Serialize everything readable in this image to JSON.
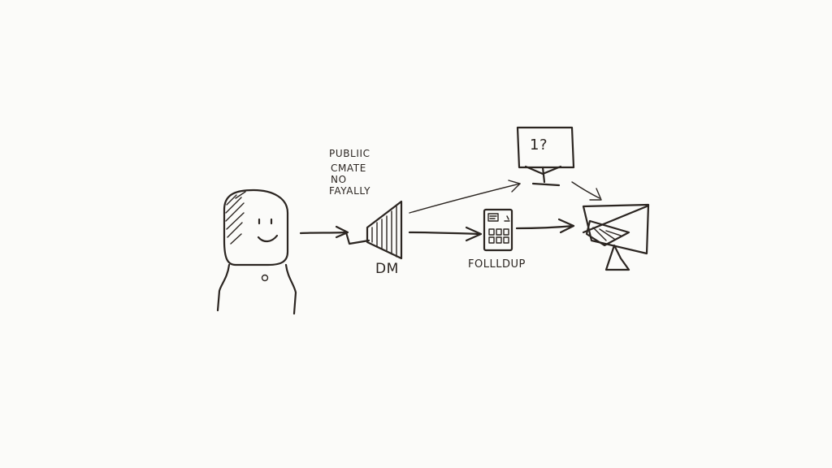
{
  "note": {
    "lines": [
      "PUBLIIC",
      "CMATE",
      "NO",
      "FAYALLY"
    ]
  },
  "labels": {
    "funnel": "DM",
    "phone": "FOLLLDUP",
    "monitor_screen": "1?"
  },
  "colors": {
    "ink": "#2b2521",
    "paper": "#fbfbf9"
  }
}
